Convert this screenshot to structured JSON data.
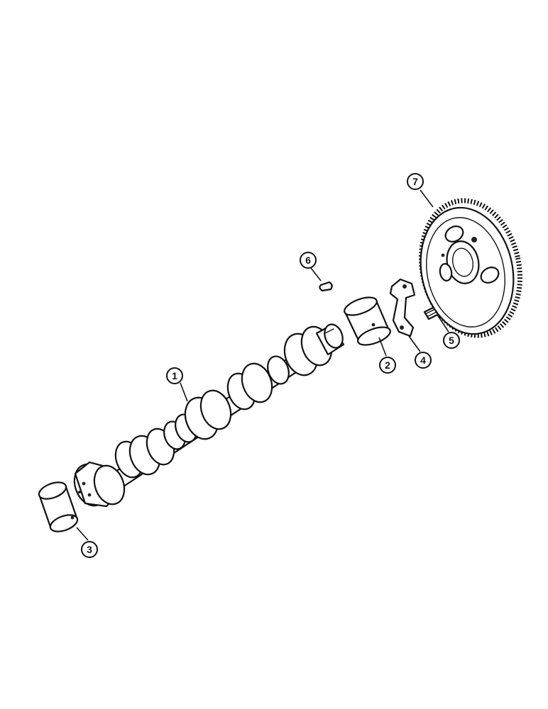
{
  "callouts": [
    {
      "id": "1",
      "label": "1",
      "part": "camshaft"
    },
    {
      "id": "2",
      "label": "2",
      "part": "front-bushing"
    },
    {
      "id": "3",
      "label": "3",
      "part": "rear-bushing"
    },
    {
      "id": "4",
      "label": "4",
      "part": "thrust-plate"
    },
    {
      "id": "5",
      "label": "5",
      "part": "bolt"
    },
    {
      "id": "6",
      "label": "6",
      "part": "key"
    },
    {
      "id": "7",
      "label": "7",
      "part": "camshaft-gear"
    }
  ]
}
